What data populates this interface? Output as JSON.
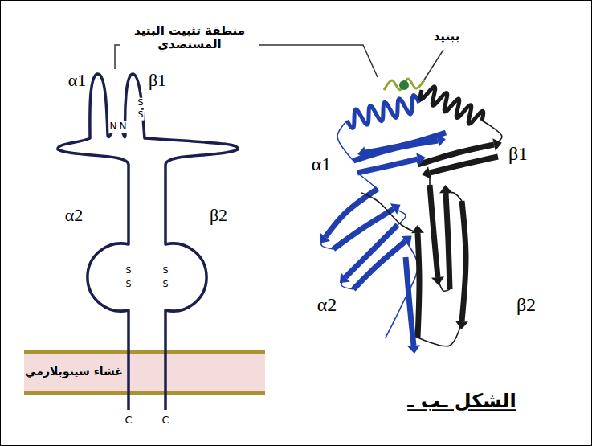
{
  "diagram": {
    "caption": "الشكل ـب ـ",
    "labels": [
      "منطقة تثبيت البتيد المستضدي",
      "ببتيد",
      "α1",
      "β1",
      "N",
      "N",
      "S",
      "S",
      "α2",
      "β2",
      "S",
      "S",
      "S",
      "S",
      "غشاء سيتوبلازمي",
      "C",
      "C",
      "α1",
      "β1",
      "α2",
      "β2"
    ]
  }
}
